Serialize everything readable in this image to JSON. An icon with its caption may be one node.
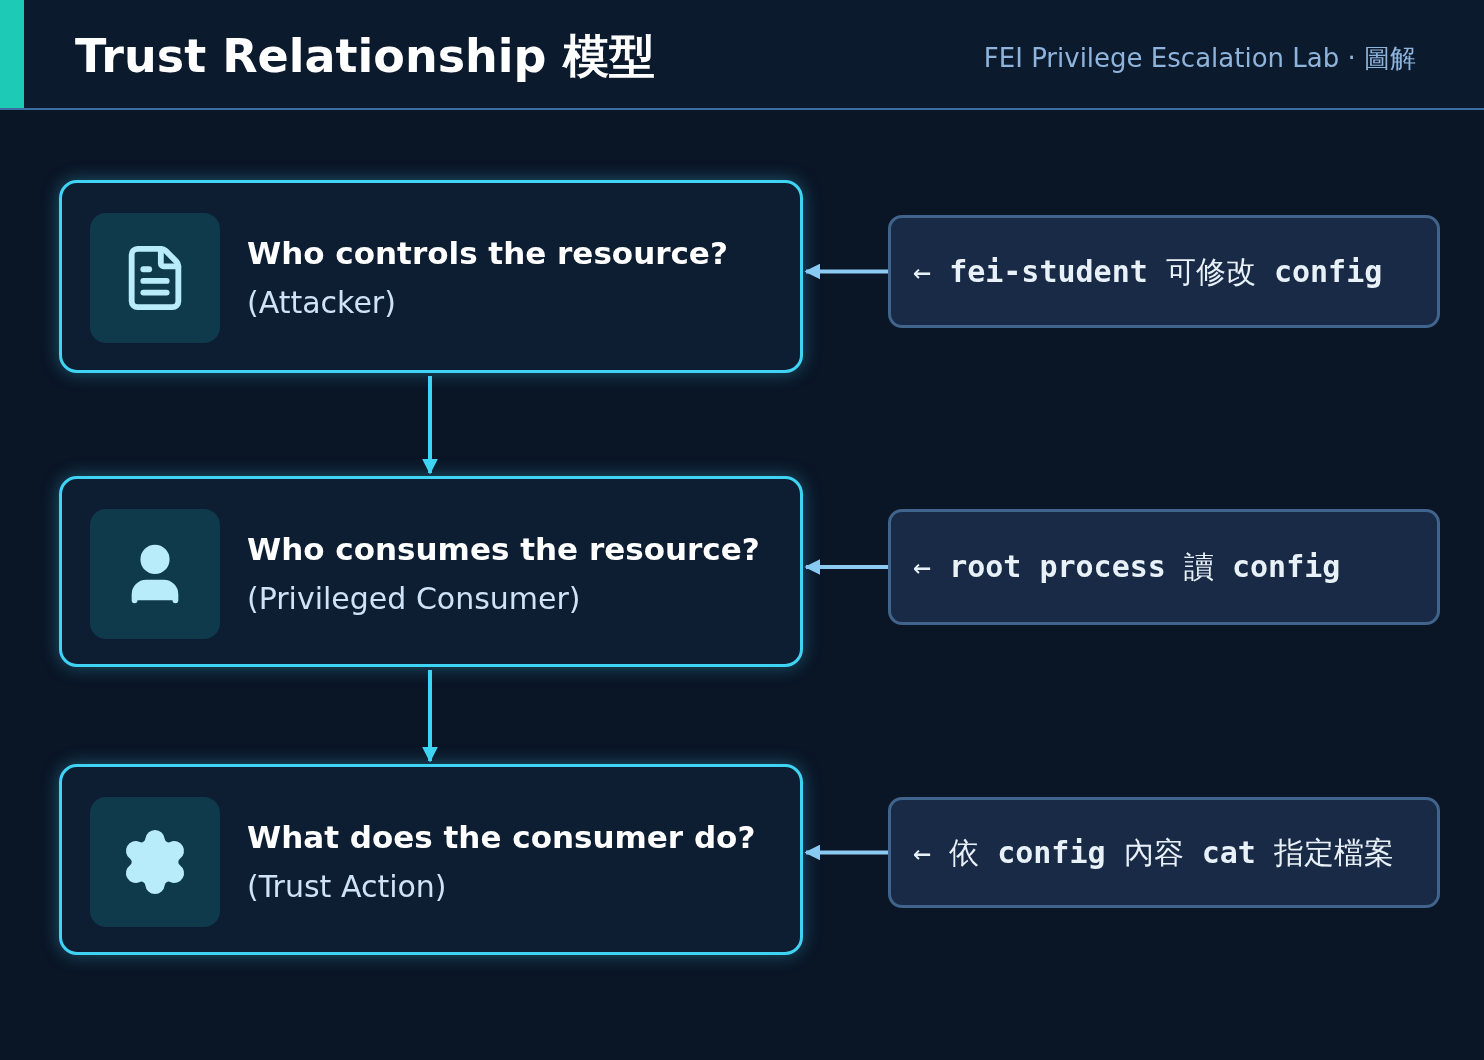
{
  "diagram": {
    "title": "Trust Relationship 模型",
    "nodes": [
      {
        "text": [
          "Who controls the resource?",
          "(Attacker)"
        ]
      },
      {
        "text": [
          "Who consumes the resource?",
          "(Privileged Consumer)"
        ]
      },
      {
        "text": [
          "What does the consumer do?",
          "(Trust Action)"
        ]
      },
      {
        "text": [
          "← **fei-student** 可修改 **config**"
        ]
      },
      {
        "text": [
          "← **root process** 讀 **config**"
        ]
      },
      {
        "text": [
          "← 依 **config** 內容 **cat** 指定檔案"
        ]
      }
    ],
    "edges": [
      {
        "from": 0,
        "to": 1,
        "arrow": "to",
        "color": "#3fd4f4"
      },
      {
        "from": 1,
        "to": 2,
        "arrow": "to",
        "color": "#3fd4f4"
      },
      {
        "from": 3,
        "to": 0,
        "arrow": "to"
      },
      {
        "from": 4,
        "to": 1,
        "arrow": "to"
      },
      {
        "from": 5,
        "to": 2,
        "arrow": "to"
      }
    ],
    "labels": [
      "FEI Privilege Escalation Lab · 圖解"
    ]
  }
}
